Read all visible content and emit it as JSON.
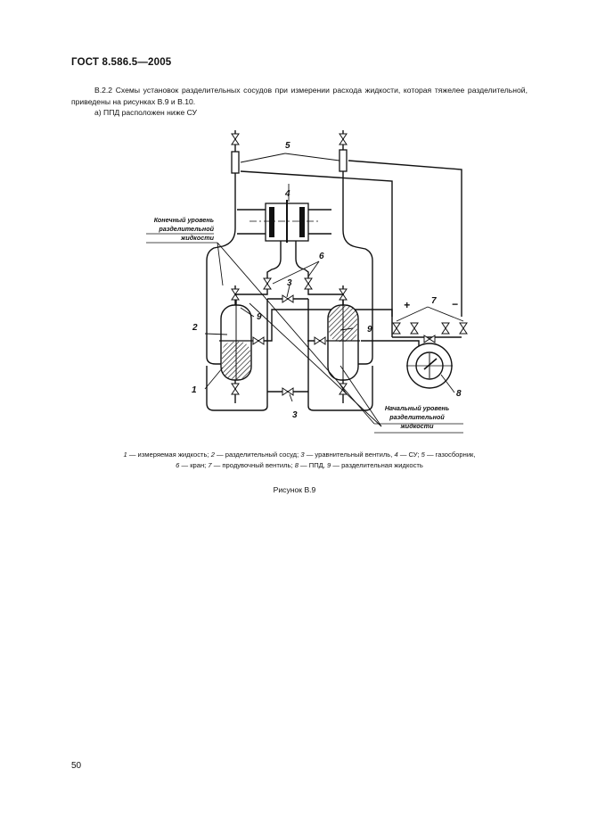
{
  "header": {
    "standard": "ГОСТ 8.586.5—2005"
  },
  "intro": {
    "line1": "В.2.2 Схемы установок разделительных сосудов при измерении расхода жидкости, которая тяжелее разделительной, приведены на рисунках В.9 и В.10.",
    "line2": "а) ППД расположен ниже СУ"
  },
  "figure": {
    "labels": {
      "final_level_1": "Конечный уровень",
      "final_level_2": "разделительной",
      "final_level_3": "жидкости",
      "initial_level_1": "Начальный уровень",
      "initial_level_2": "разделительной",
      "initial_level_3": "жидкости",
      "n1": "1",
      "n2": "2",
      "n3a": "3",
      "n3b": "3",
      "n4": "4",
      "n5": "5",
      "n6": "6",
      "n7": "7",
      "n8": "8",
      "n9a": "9",
      "n9b": "9",
      "plus": "+",
      "minus": "−"
    }
  },
  "legend": {
    "i1": "1",
    "t1": " — измеряемая жидкость; ",
    "i2": "2",
    "t2": " — разделительный сосуд; ",
    "i3": "3",
    "t3": " — уравнительный вентиль, ",
    "i4": "4",
    "t4": " — СУ; ",
    "i5": "5",
    "t5": " — газосборник,",
    "i6": "6",
    "t6": " — кран; ",
    "i7": "7",
    "t7": " — продувочный вентиль; ",
    "i8": "8",
    "t8": " — ППД, ",
    "i9": "9",
    "t9": " — разделительная жидкость"
  },
  "caption": "Рисунок В.9",
  "page_number": "50"
}
